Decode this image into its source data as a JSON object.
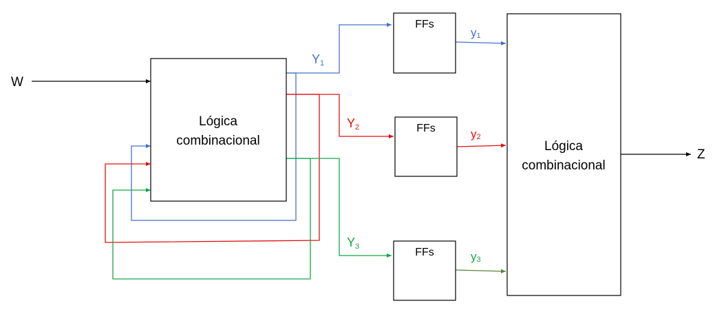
{
  "colors": {
    "line_blue": "#4472C4",
    "line_red": "#E01010",
    "line_green": "#17A34A",
    "line_dark_green": "#548235",
    "box_stroke": "#000000",
    "text": "#000000"
  },
  "input": {
    "label": "W"
  },
  "output": {
    "label": "Z"
  },
  "comb_left": {
    "line1": "Lógica",
    "line2": "combinacional"
  },
  "comb_right": {
    "line1": "Lógica",
    "line2": "combinacional"
  },
  "flipflops": [
    {
      "label": "FFs"
    },
    {
      "label": "FFs"
    },
    {
      "label": "FFs"
    }
  ],
  "next_state": [
    {
      "base": "Y",
      "sub": "1"
    },
    {
      "base": "Y",
      "sub": "2"
    },
    {
      "base": "Y",
      "sub": "3"
    }
  ],
  "present_state": [
    {
      "base": "y",
      "sub": "1"
    },
    {
      "base": "y",
      "sub": "2"
    },
    {
      "base": "y",
      "sub": "3"
    }
  ]
}
